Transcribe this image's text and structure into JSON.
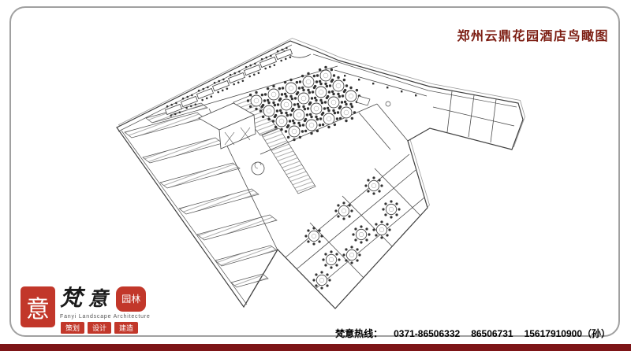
{
  "page": {
    "title": "郑州云鼎花园酒店鸟瞰图",
    "hotline_label": "梵意热线：",
    "hotline_numbers": [
      "0371-86506332",
      "86506731",
      "15617910900（孙）"
    ]
  },
  "logo": {
    "seal_char": "意",
    "brand_char_1": "梵",
    "brand_char_2": "意",
    "brand_suffix": "园林",
    "english": "Fanyi  Landscape  Architecture",
    "tags": [
      "策划",
      "设计",
      "建造"
    ]
  },
  "colors": {
    "accent_red": "#7c1d12",
    "bar_red": "#7d1517",
    "seal_red": "#c2372a",
    "border_gray": "#a0a0a0"
  }
}
